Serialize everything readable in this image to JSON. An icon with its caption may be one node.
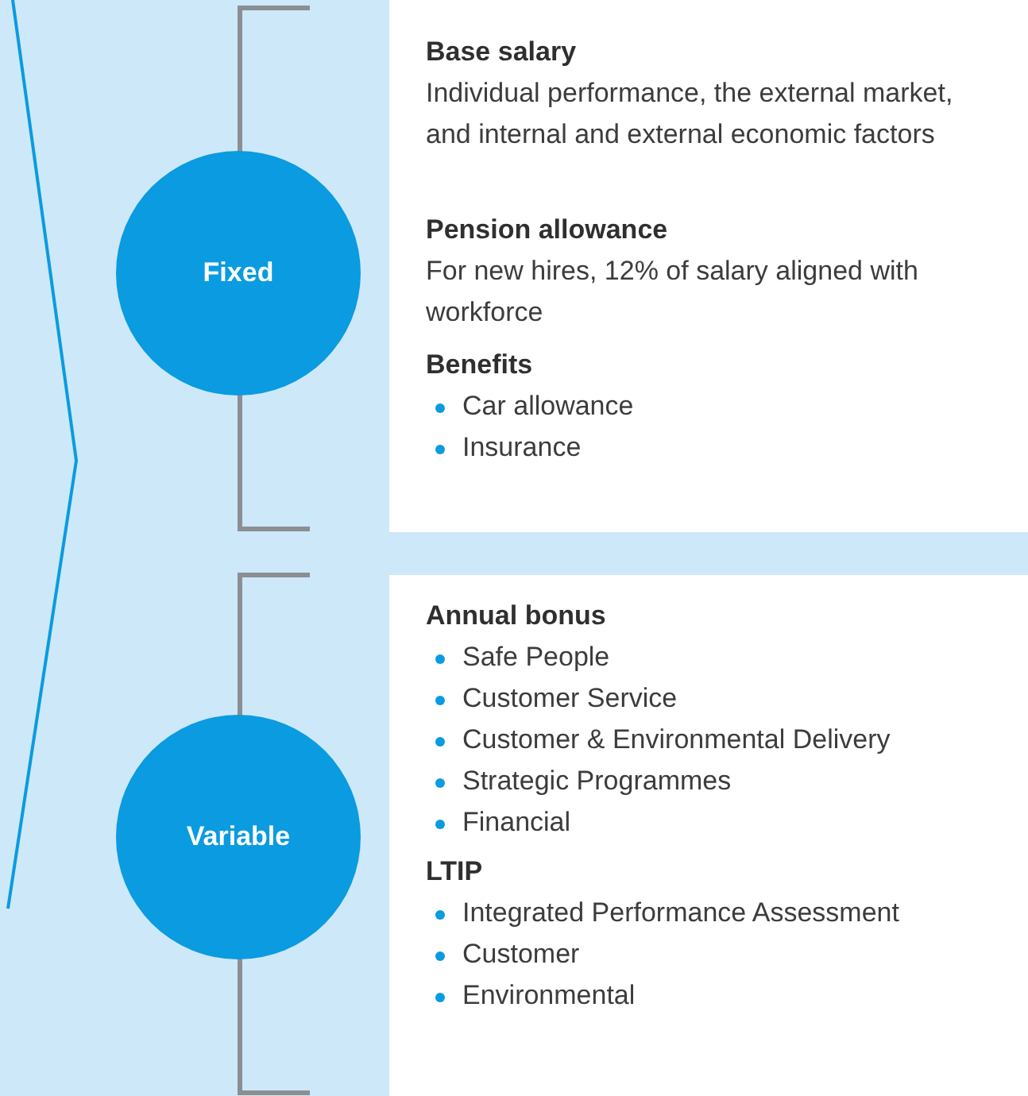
{
  "diagram": {
    "nodes": [
      {
        "text": [
          "Fixed"
        ]
      },
      {
        "text": [],
        "shape": "box"
      },
      {
        "text": [
          "Base salary",
          "Individual performance, the external market, and internal and external economic factors"
        ],
        "in": 1
      },
      {
        "text": [
          "Pension allowance",
          "For new hires, 12% of salary aligned with workforce"
        ],
        "in": 1
      },
      {
        "text": [
          "Benefits",
          "Car allowance",
          "Insurance"
        ],
        "in": 1
      },
      {
        "text": [
          "Variable"
        ]
      },
      {
        "text": [],
        "shape": "box"
      },
      {
        "text": [
          "Annual bonus",
          "Safe People",
          "Customer Service",
          "Customer & Environmental Delivery",
          "Strategic Programmes",
          "Financial"
        ],
        "in": 6
      },
      {
        "text": [
          "LTIP",
          "Integrated Performance Assessment",
          "Customer",
          "Environmental"
        ],
        "in": 6
      }
    ]
  }
}
